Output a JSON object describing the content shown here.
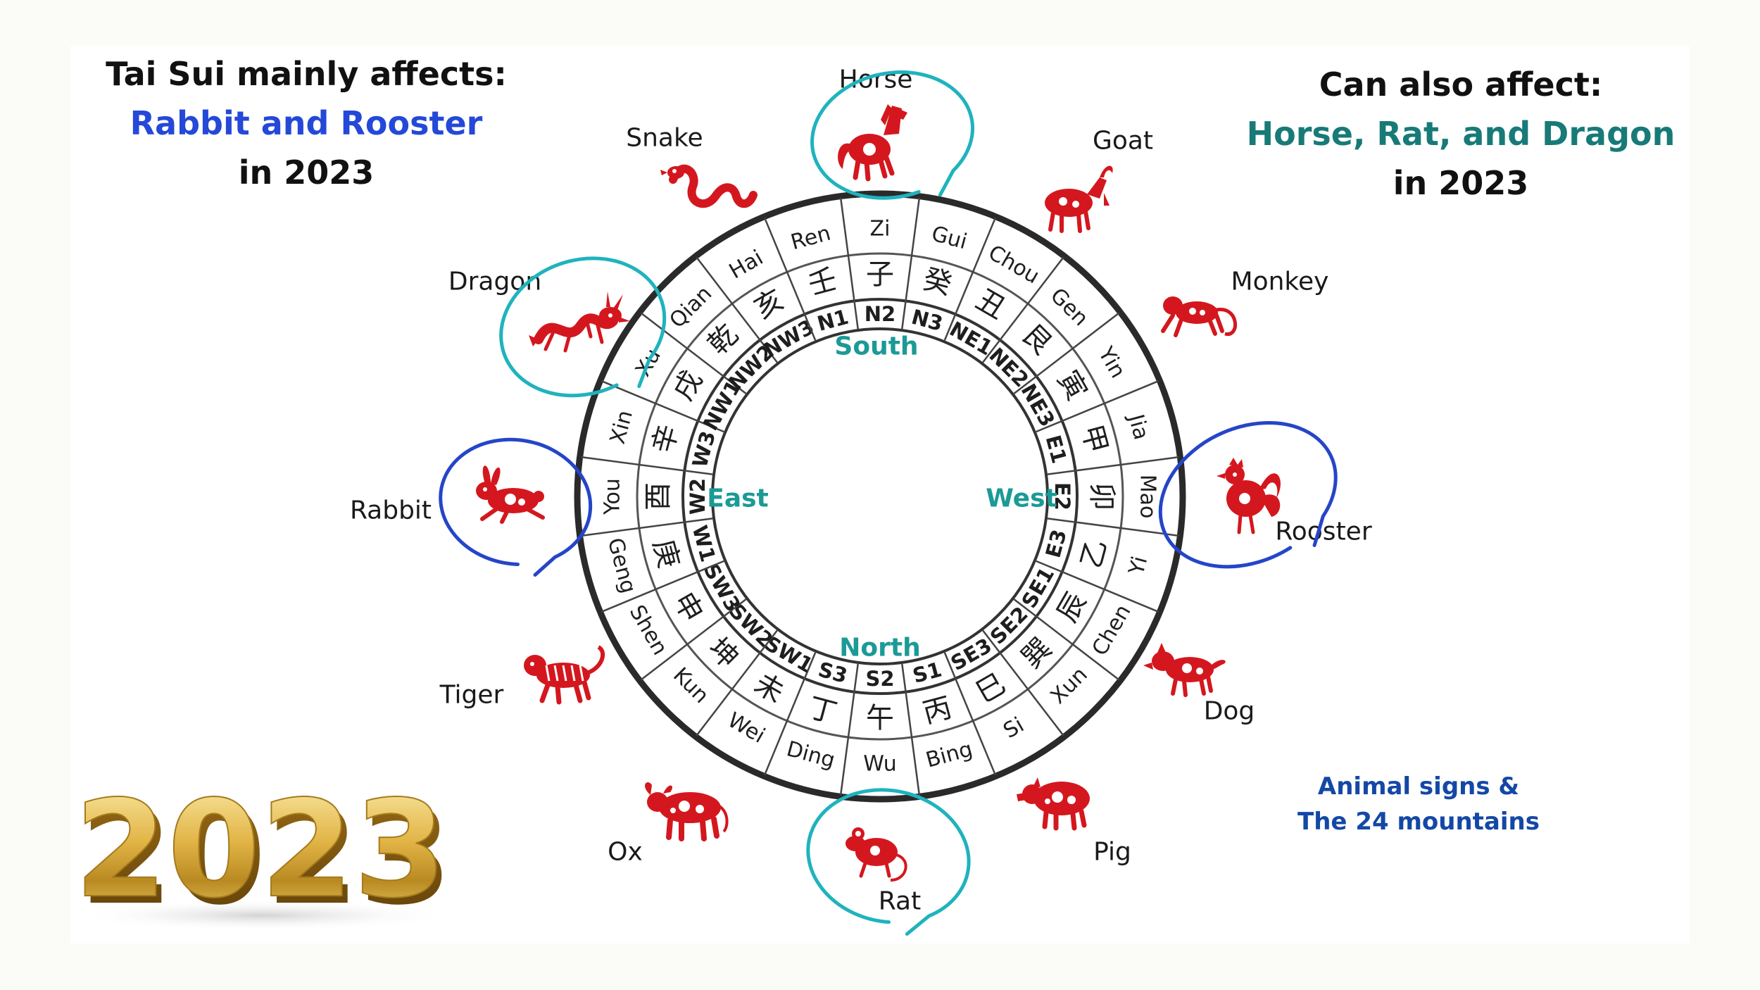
{
  "headline_left": {
    "line1": "Tai Sui mainly affects:",
    "line2": "Rabbit and Rooster",
    "line3": "in 2023"
  },
  "headline_right": {
    "line1": "Can also affect:",
    "line2": "Horse, Rat, and Dragon",
    "line3": "in 2023"
  },
  "footnote": {
    "line1": "Animal signs &",
    "line2": "The 24 mountains"
  },
  "year": "2023",
  "directions": {
    "south": "South",
    "east": "East",
    "west": "West",
    "north": "North"
  },
  "mountains": [
    {
      "code": "S1",
      "hanzi": "丙",
      "pinyin": "Bing"
    },
    {
      "code": "S2",
      "hanzi": "午",
      "pinyin": "Wu"
    },
    {
      "code": "S3",
      "hanzi": "丁",
      "pinyin": "Ding"
    },
    {
      "code": "SW1",
      "hanzi": "未",
      "pinyin": "Wei"
    },
    {
      "code": "SW2",
      "hanzi": "坤",
      "pinyin": "Kun"
    },
    {
      "code": "SW3",
      "hanzi": "申",
      "pinyin": "Shen"
    },
    {
      "code": "W1",
      "hanzi": "庚",
      "pinyin": "Geng"
    },
    {
      "code": "W2",
      "hanzi": "酉",
      "pinyin": "You"
    },
    {
      "code": "W3",
      "hanzi": "辛",
      "pinyin": "Xin"
    },
    {
      "code": "NW1",
      "hanzi": "戌",
      "pinyin": "Xu"
    },
    {
      "code": "NW2",
      "hanzi": "乾",
      "pinyin": "Qian"
    },
    {
      "code": "NW3",
      "hanzi": "亥",
      "pinyin": "Hai"
    },
    {
      "code": "N1",
      "hanzi": "壬",
      "pinyin": "Ren"
    },
    {
      "code": "N2",
      "hanzi": "子",
      "pinyin": "Zi"
    },
    {
      "code": "N3",
      "hanzi": "癸",
      "pinyin": "Gui"
    },
    {
      "code": "NE1",
      "hanzi": "丑",
      "pinyin": "Chou"
    },
    {
      "code": "NE2",
      "hanzi": "艮",
      "pinyin": "Gen"
    },
    {
      "code": "NE3",
      "hanzi": "寅",
      "pinyin": "Yin"
    },
    {
      "code": "E1",
      "hanzi": "甲",
      "pinyin": "Jia"
    },
    {
      "code": "E2",
      "hanzi": "卯",
      "pinyin": "Mao"
    },
    {
      "code": "E3",
      "hanzi": "乙",
      "pinyin": "Yi"
    },
    {
      "code": "SE1",
      "hanzi": "辰",
      "pinyin": "Chen"
    },
    {
      "code": "SE2",
      "hanzi": "巽",
      "pinyin": "Xun"
    },
    {
      "code": "SE3",
      "hanzi": "巳",
      "pinyin": "Si"
    }
  ],
  "animals": [
    {
      "key": "horse",
      "label": "Horse",
      "circle": "teal"
    },
    {
      "key": "goat",
      "label": "Goat",
      "circle": "none"
    },
    {
      "key": "monkey",
      "label": "Monkey",
      "circle": "none"
    },
    {
      "key": "rooster",
      "label": "Rooster",
      "circle": "blue"
    },
    {
      "key": "dog",
      "label": "Dog",
      "circle": "none"
    },
    {
      "key": "pig",
      "label": "Pig",
      "circle": "none"
    },
    {
      "key": "rat",
      "label": "Rat",
      "circle": "teal"
    },
    {
      "key": "ox",
      "label": "Ox",
      "circle": "none"
    },
    {
      "key": "tiger",
      "label": "Tiger",
      "circle": "none"
    },
    {
      "key": "rabbit",
      "label": "Rabbit",
      "circle": "blue"
    },
    {
      "key": "dragon",
      "label": "Dragon",
      "circle": "teal"
    },
    {
      "key": "snake",
      "label": "Snake",
      "circle": "none"
    }
  ],
  "colors": {
    "title_black": "#111111",
    "title_blue": "#2448d8",
    "title_teal": "#177a78",
    "direction_teal": "#1b9a96",
    "footnote_blue": "#1448a6",
    "animal_red": "#d4171e",
    "circle_teal": "#1fb3bd",
    "circle_blue": "#2545c9",
    "gold_light": "#f8e08a",
    "gold_dark": "#8a5d10"
  }
}
